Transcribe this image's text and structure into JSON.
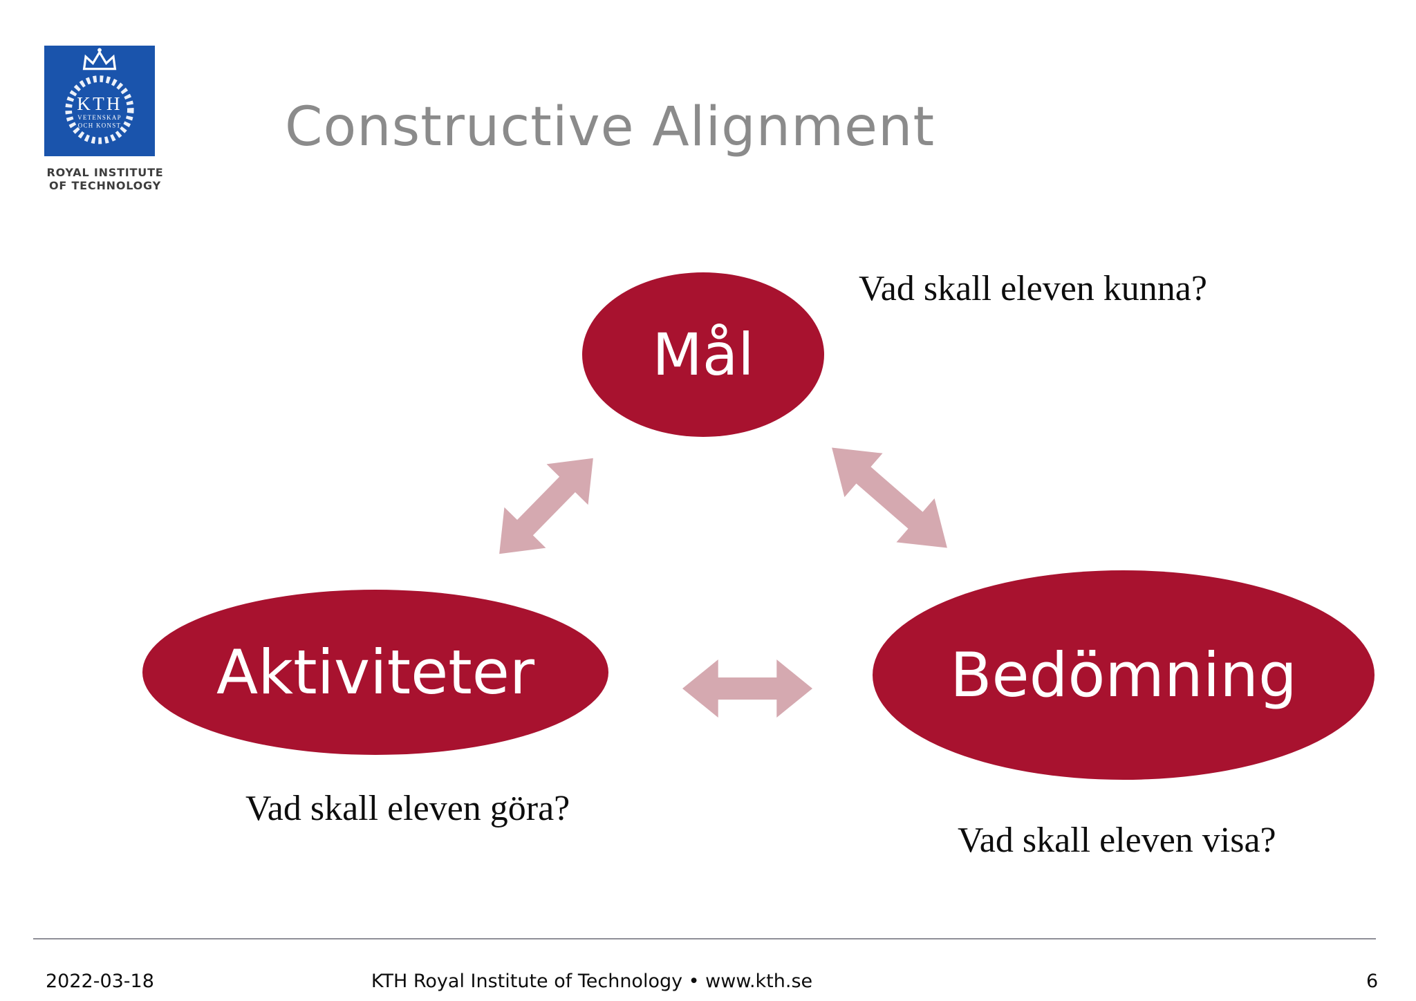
{
  "slide": {
    "title": "Constructive Alignment",
    "logo": {
      "acronym": "KTH",
      "motto_line1": "VETENSKAP",
      "motto_line2": "OCH KONST",
      "institute_line1": "ROYAL INSTITUTE",
      "institute_line2": "OF TECHNOLOGY"
    },
    "diagram": {
      "nodes": [
        {
          "id": "mal",
          "label": "Mål",
          "question": "Vad skall eleven kunna?"
        },
        {
          "id": "aktiviteter",
          "label": "Aktiviteter",
          "question": "Vad skall eleven göra?"
        },
        {
          "id": "bedomning",
          "label": "Bedömning",
          "question": "Vad skall eleven visa?"
        }
      ],
      "edges": [
        {
          "from": "mal",
          "to": "aktiviteter",
          "type": "double-arrow"
        },
        {
          "from": "mal",
          "to": "bedomning",
          "type": "double-arrow"
        },
        {
          "from": "aktiviteter",
          "to": "bedomning",
          "type": "double-arrow"
        }
      ]
    },
    "footer": {
      "date": "2022-03-18",
      "center_text": "KTH Royal Institute of Technology • www.kth.se",
      "page_number": "6"
    },
    "colors": {
      "node_fill": "#A8122F",
      "node_text": "#FFFFFF",
      "arrow_fill": "#D5A9B0",
      "title_color": "#8B8B8B",
      "logo_blue": "#1A54AC",
      "question_text": "#0D0D0D"
    }
  }
}
